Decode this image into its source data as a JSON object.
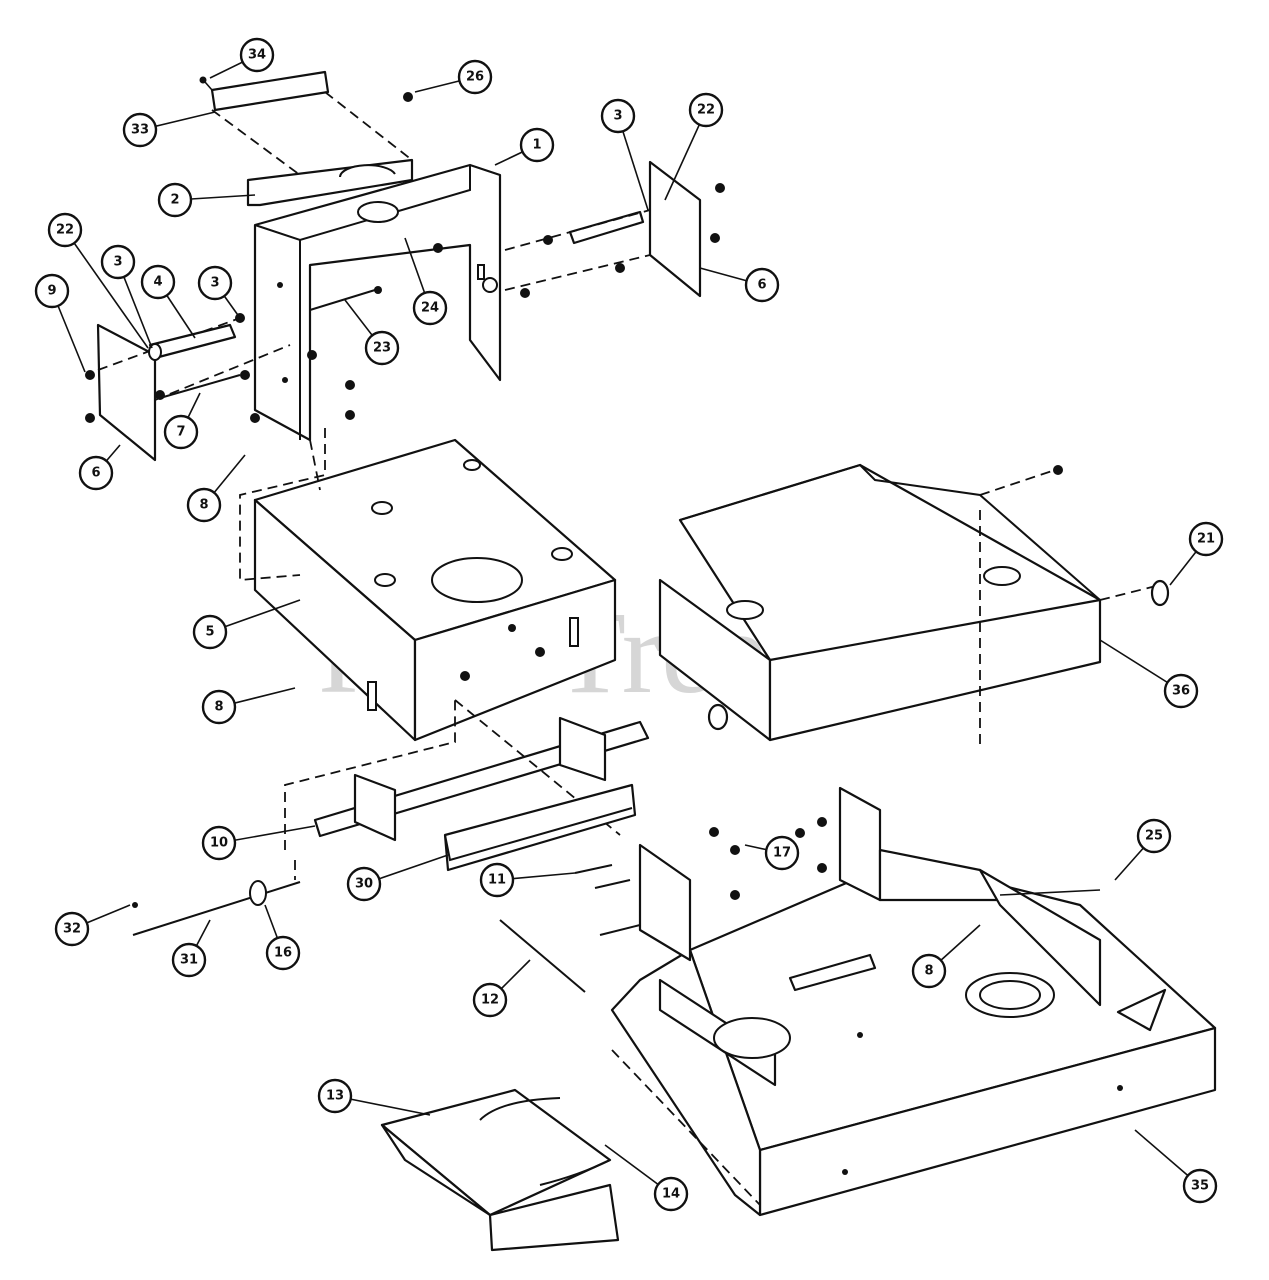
{
  "watermark": {
    "text": "PartsTree",
    "trademark": "™"
  },
  "callouts": {
    "c34": "34",
    "c26": "26",
    "c33": "33",
    "c1": "1",
    "c2": "2",
    "c3a": "3",
    "c22a": "22",
    "c6a": "6",
    "c22b": "22",
    "c3b": "3",
    "c4": "4",
    "c3c": "3",
    "c9a": "9",
    "c24": "24",
    "c23": "23",
    "c7": "7",
    "c6b": "6",
    "c8a": "8",
    "c5": "5",
    "c8b": "8",
    "c21": "21",
    "c36": "36",
    "c10": "10",
    "c17": "17",
    "c25": "25",
    "c30": "30",
    "c11": "11",
    "c32": "32",
    "c31": "31",
    "c16": "16",
    "c8c": "8",
    "c12": "12",
    "c13": "13",
    "c14": "14",
    "c35": "35"
  }
}
